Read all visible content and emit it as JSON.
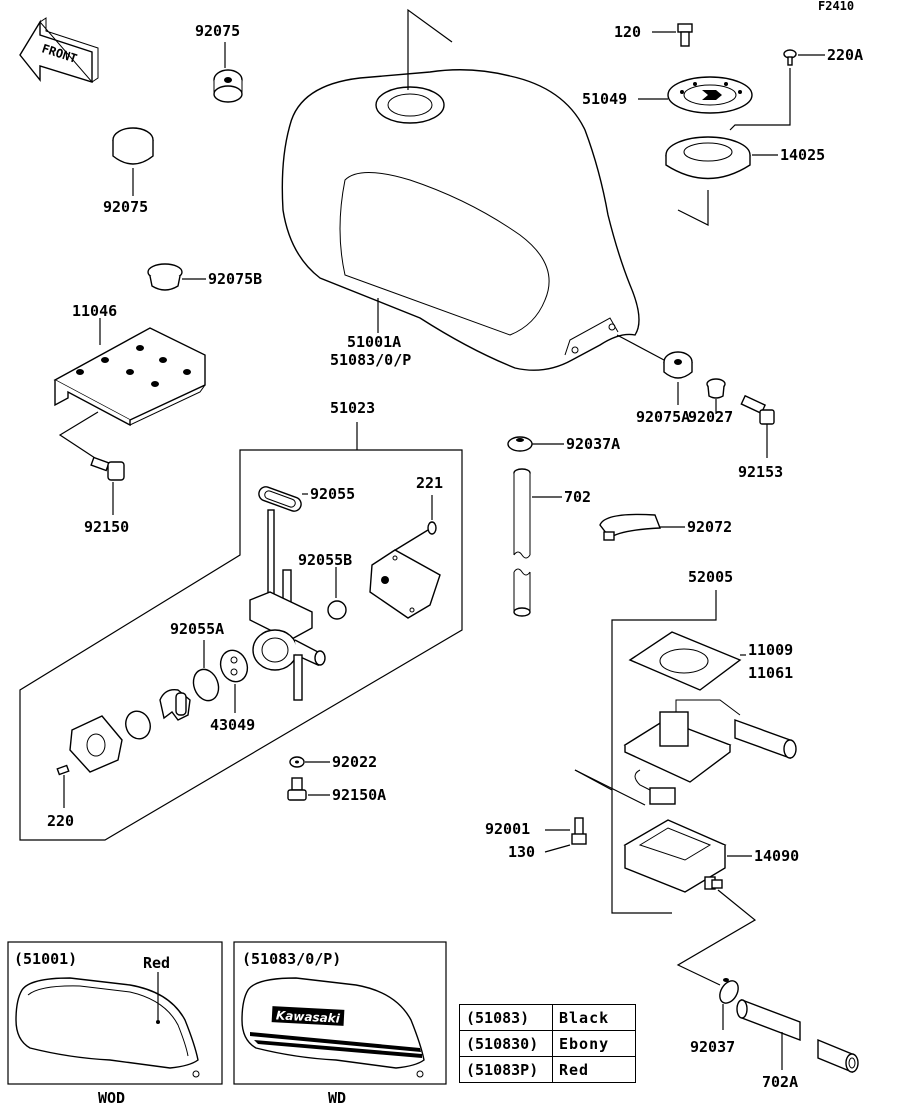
{
  "figure_id": "F2410",
  "front_label": "FRONT",
  "parts": {
    "p120": "120",
    "p220A": "220A",
    "p51049": "51049",
    "p14025": "14025",
    "p92075_top": "92075",
    "p92075_mid": "92075",
    "p92075B": "92075B",
    "p11046": "11046",
    "p51001A": "51001A",
    "p51083OP": "51083/0/P",
    "p92075A": "92075A",
    "p92027": "92027",
    "p92153": "92153",
    "p92150": "92150",
    "p51023": "51023",
    "p92037A": "92037A",
    "p702": "702",
    "p92072": "92072",
    "p92055": "92055",
    "p221": "221",
    "p92055B": "92055B",
    "p92055A": "92055A",
    "p43049": "43049",
    "p92022": "92022",
    "p92150A": "92150A",
    "p220": "220",
    "p52005": "52005",
    "p11009": "11009",
    "p11061": "11061",
    "p92001": "92001",
    "p130": "130",
    "p14090": "14090",
    "p92037": "92037",
    "p702A": "702A"
  },
  "insets": {
    "left": {
      "code": "(51001)",
      "color": "Red",
      "caption": "WOD"
    },
    "right": {
      "code": "(51083/0/P)",
      "logo": "Kawasaki",
      "caption": "WD"
    }
  },
  "color_table": [
    {
      "code": "(51083)",
      "color": "Black"
    },
    {
      "code": "(510830)",
      "color": "Ebony"
    },
    {
      "code": "(51083P)",
      "color": "Red"
    }
  ]
}
